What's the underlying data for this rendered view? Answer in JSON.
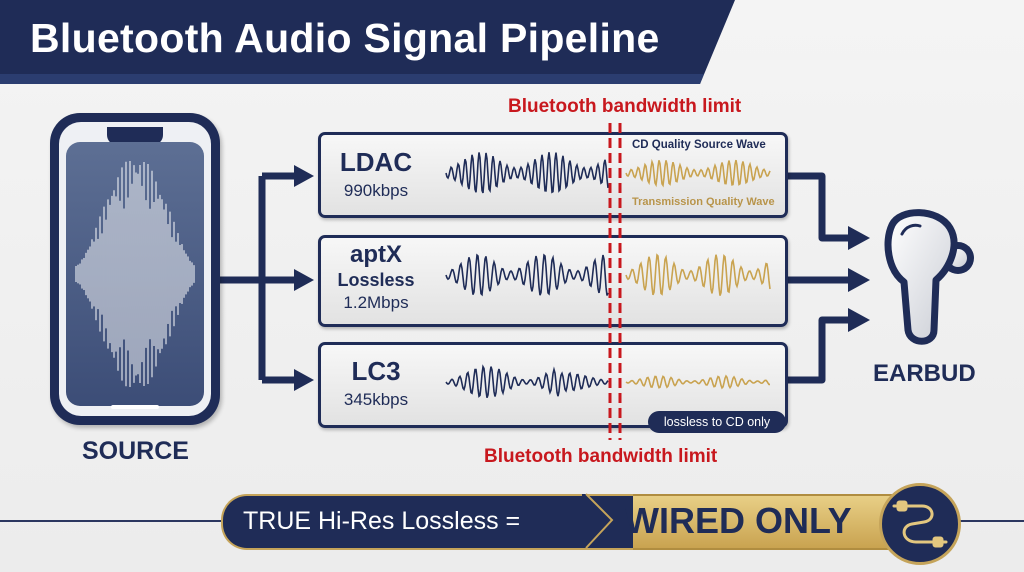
{
  "title": "Bluetooth Audio Signal Pipeline",
  "source": {
    "label": "SOURCE"
  },
  "earbud": {
    "label": "EARBUD"
  },
  "bandwidth_limit_label": "Bluetooth bandwidth limit",
  "wave_labels": {
    "source": "CD Quality Source Wave",
    "transmission": "Transmission Quality Wave"
  },
  "codecs": [
    {
      "name": "LDAC",
      "rate": "990kbps"
    },
    {
      "name": "aptX",
      "name_line2": "Lossless",
      "rate": "1.2Mbps"
    },
    {
      "name": "LC3",
      "rate": "345kbps",
      "note": "lossless to CD only"
    }
  ],
  "footer": {
    "left": "TRUE Hi-Res Lossless =",
    "right": "WIRED ONLY"
  },
  "colors": {
    "navy": "#1f2c57",
    "gold": "#c9a350",
    "red": "#c8181e",
    "background": "#f0f0f0"
  },
  "icons": [
    "smartphone-icon",
    "earbud-icon",
    "cable-icon",
    "waveform-icon",
    "arrow-icon"
  ]
}
